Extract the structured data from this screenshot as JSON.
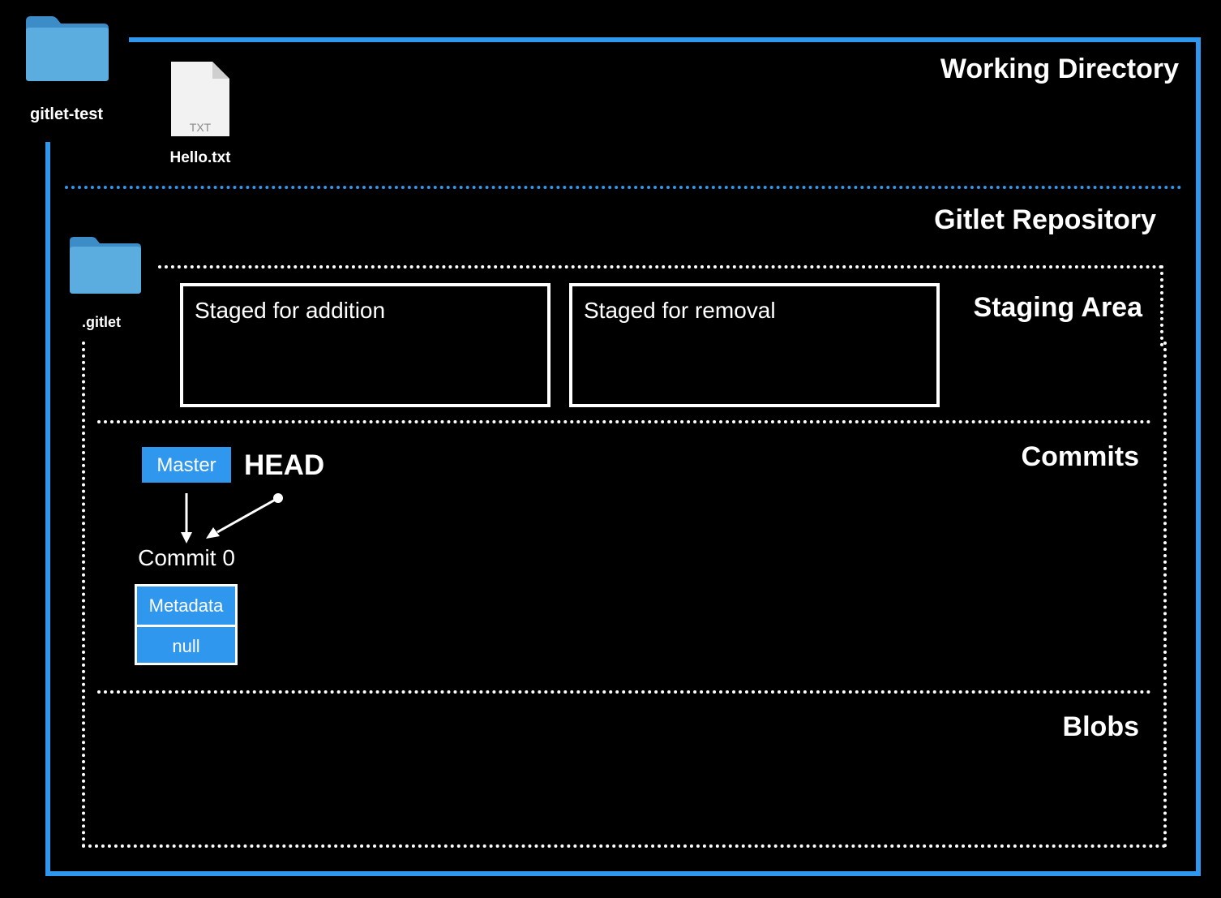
{
  "working_directory": {
    "title": "Working Directory",
    "folder_label": "gitlet-test",
    "file": {
      "name": "Hello.txt",
      "type_label": "TXT"
    }
  },
  "repository": {
    "title": "Gitlet Repository",
    "folder_label": ".gitlet"
  },
  "staging_area": {
    "title": "Staging Area",
    "addition_label": "Staged for addition",
    "removal_label": "Staged for removal"
  },
  "commits": {
    "title": "Commits",
    "branch_label": "Master",
    "head_label": "HEAD",
    "commit_name": "Commit 0",
    "metadata_label": "Metadata",
    "parent_label": "null"
  },
  "blobs": {
    "title": "Blobs"
  },
  "colors": {
    "accent": "#2f97ee",
    "background": "#000000",
    "foreground": "#ffffff"
  }
}
